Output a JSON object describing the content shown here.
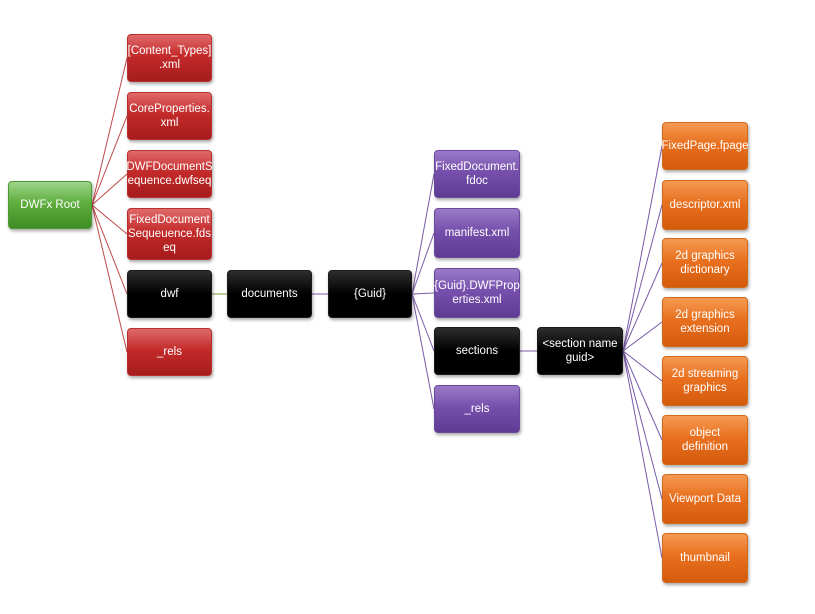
{
  "diagram": {
    "root": "DWFx Root",
    "root_children": [
      "[Content_Types]\n.xml",
      "CoreProperties.\nxml",
      "DWFDocumentS\nequence.dwfseq",
      "FixedDocument\nSequeuence.fds\neq",
      "dwf",
      "_rels"
    ],
    "dwf_child": "documents",
    "documents_child": "{Guid}",
    "guid_children": [
      "FixedDocument.\nfdoc",
      "manifest.xml",
      "{Guid}.DWFProp\nerties.xml",
      "sections",
      "_rels"
    ],
    "sections_child": "<section name\nguid>",
    "section_children": [
      "FixedPage.fpage",
      "descriptor.xml",
      "2d graphics\ndictionary",
      "2d graphics\nextension",
      "2d streaming\ngraphics",
      "object definition",
      "Viewport Data",
      "thumbnail"
    ],
    "colors": {
      "green": "#5fae3e",
      "red": "#c42a2a",
      "black": "#000000",
      "purple": "#7650ac",
      "orange": "#e8701f",
      "connector_red": "#c04848",
      "connector_purple": "#7a5aa8",
      "connector_olive": "#7a9a30"
    }
  }
}
